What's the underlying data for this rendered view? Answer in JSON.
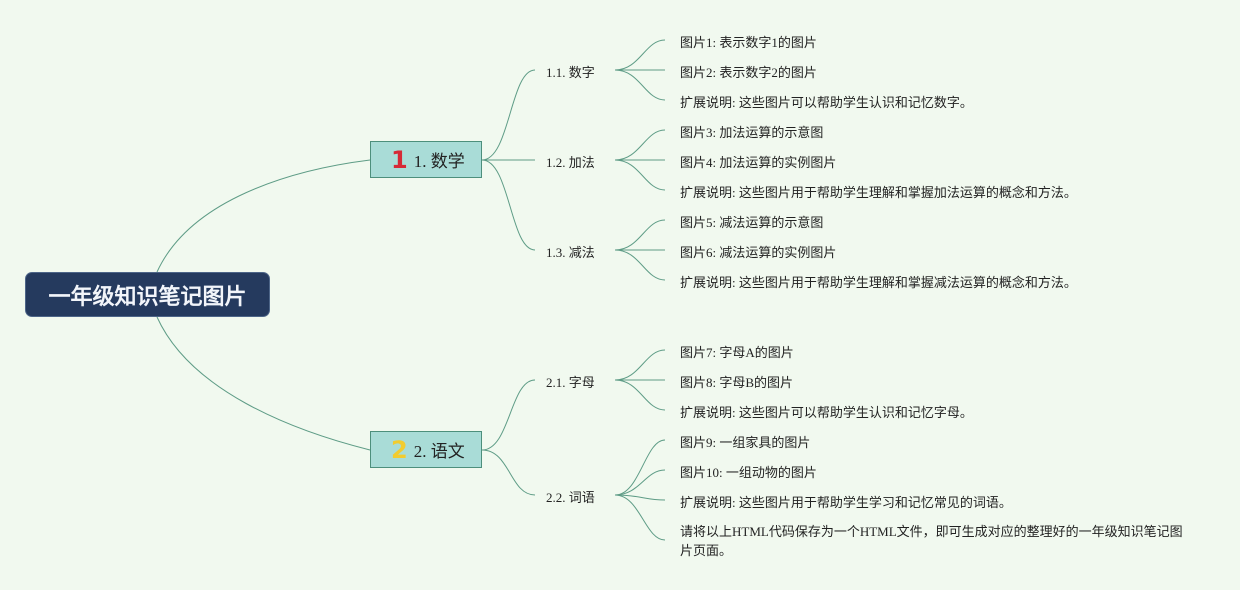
{
  "title": "一年级知识笔记图片",
  "colors": {
    "background": "#f1f9ef",
    "root": "#253a5e",
    "branch": "#a9dcd7",
    "line": "#5e9c86",
    "num1": "#d62936",
    "num2": "#f2cc2f"
  },
  "branches": [
    {
      "num": "1",
      "label": "1. 数学",
      "subs": [
        {
          "label": "1.1. 数字",
          "leaves": [
            "图片1: 表示数字1的图片",
            "图片2: 表示数字2的图片",
            "扩展说明: 这些图片可以帮助学生认识和记忆数字。"
          ]
        },
        {
          "label": "1.2. 加法",
          "leaves": [
            "图片3: 加法运算的示意图",
            "图片4: 加法运算的实例图片",
            "扩展说明: 这些图片用于帮助学生理解和掌握加法运算的概念和方法。"
          ]
        },
        {
          "label": "1.3. 减法",
          "leaves": [
            "图片5: 减法运算的示意图",
            "图片6: 减法运算的实例图片",
            "扩展说明: 这些图片用于帮助学生理解和掌握减法运算的概念和方法。"
          ]
        }
      ]
    },
    {
      "num": "2",
      "label": "2. 语文",
      "subs": [
        {
          "label": "2.1. 字母",
          "leaves": [
            "图片7: 字母A的图片",
            "图片8: 字母B的图片",
            "扩展说明: 这些图片可以帮助学生认识和记忆字母。"
          ]
        },
        {
          "label": "2.2. 词语",
          "leaves": [
            "图片9: 一组家具的图片",
            "图片10: 一组动物的图片",
            "扩展说明: 这些图片用于帮助学生学习和记忆常见的词语。",
            "请将以上HTML代码保存为一个HTML文件，即可生成对应的整理好的一年级知识笔记图片页面。"
          ]
        }
      ]
    }
  ]
}
